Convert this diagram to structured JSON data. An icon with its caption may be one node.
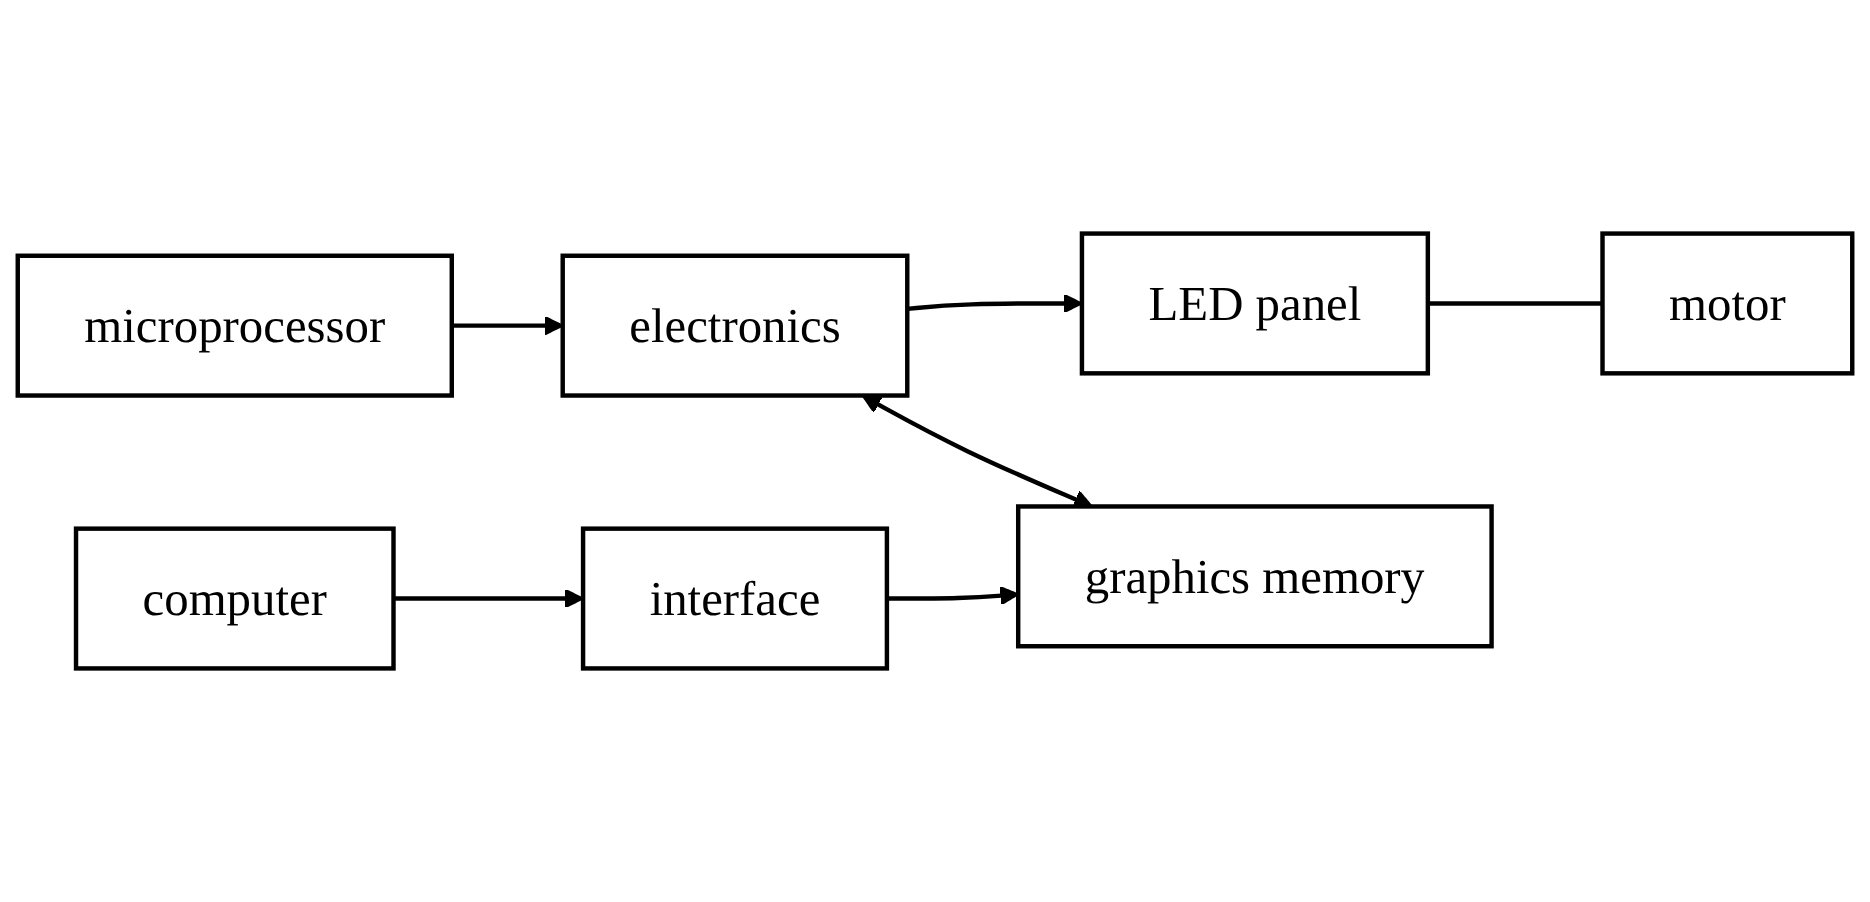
{
  "diagram": {
    "nodes": [
      {
        "text": [
          "electronics"
        ]
      },
      {
        "text": [
          "LED panel"
        ]
      },
      {
        "text": [
          "microprocessor"
        ]
      },
      {
        "text": [
          "graphics memory"
        ]
      },
      {
        "text": [
          "motor"
        ]
      },
      {
        "text": [
          "computer"
        ]
      },
      {
        "text": [
          "interface"
        ]
      }
    ],
    "edges": [
      {
        "from": 2,
        "to": 0,
        "arrow": "to"
      },
      {
        "from": 0,
        "to": 1,
        "arrow": "to"
      },
      {
        "from": 0,
        "to": 3,
        "arrow": "both"
      },
      {
        "from": 6,
        "to": 3,
        "arrow": "to"
      },
      {
        "from": 5,
        "to": 6,
        "arrow": "to"
      },
      {
        "from": 1,
        "to": 4,
        "arrow": "none"
      }
    ]
  }
}
